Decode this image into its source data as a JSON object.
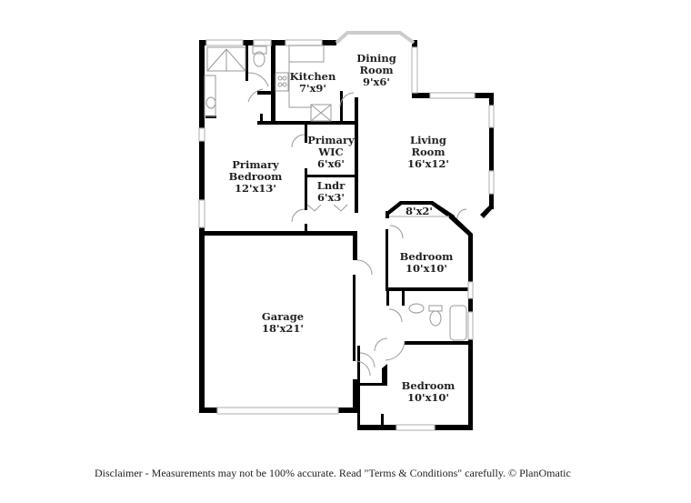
{
  "rooms": {
    "kitchen": {
      "name": "Kitchen",
      "size": "7'x9'"
    },
    "dining": {
      "name_line1": "Dining",
      "name_line2": "Room",
      "size": "9'x6'"
    },
    "living": {
      "name_line1": "Living",
      "name_line2": "Room",
      "size": "16'x12'"
    },
    "primary_wic": {
      "name_line1": "Primary",
      "name_line2": "WIC",
      "size": "6'x6'"
    },
    "primary_bedroom": {
      "name_line1": "Primary",
      "name_line2": "Bedroom",
      "size": "12'x13'"
    },
    "laundry": {
      "name": "Lndr",
      "size": "6'x3'"
    },
    "closet": {
      "size": "8'x2'"
    },
    "bedroom_1": {
      "name": "Bedroom",
      "size": "10'x10'"
    },
    "garage": {
      "name": "Garage",
      "size": "18'x21'"
    },
    "bedroom_2": {
      "name": "Bedroom",
      "size": "10'x10'"
    }
  },
  "footer": {
    "disclaimer": "Disclaimer - Measurements may not be 100% accurate. Read \"Terms & Conditions\" carefully. © PlanOmatic"
  },
  "colors": {
    "wall": "#000000",
    "window": "#cccccc",
    "fixture": "#999999",
    "text": "#222222"
  }
}
